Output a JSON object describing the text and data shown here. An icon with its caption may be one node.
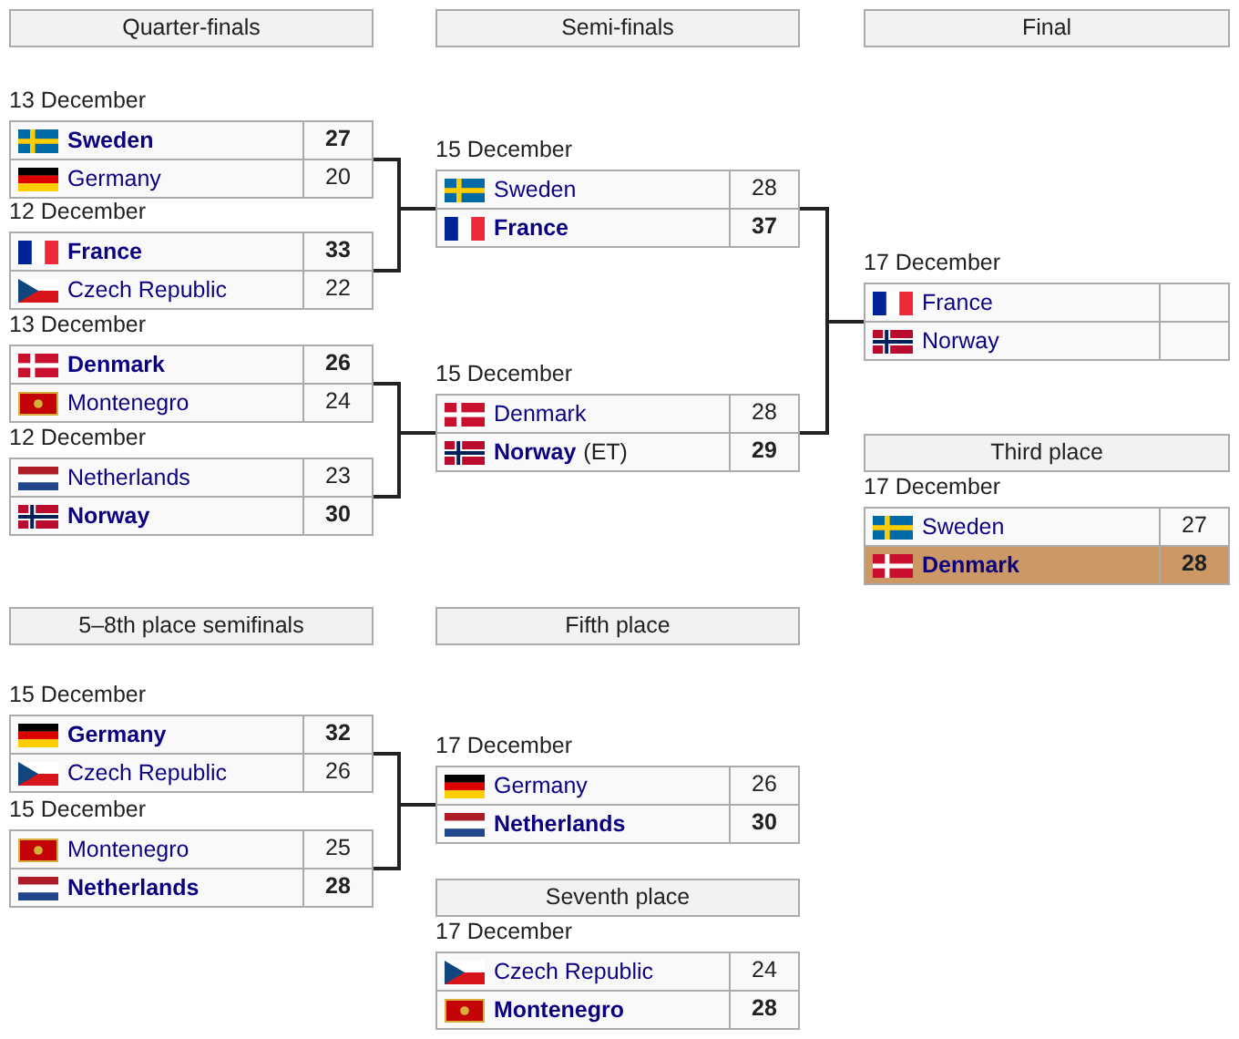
{
  "diagram": {
    "nodes": [
      {
        "text": [
          "Quarter-finals"
        ]
      },
      {
        "text": [],
        "shape": "box",
        "beside": [
          "13 December"
        ]
      },
      {
        "text": [
          "Sweden",
          "27"
        ],
        "in": 1
      },
      {
        "text": [
          "Germany",
          "20"
        ],
        "in": 1
      },
      {
        "text": [],
        "shape": "box",
        "beside": [
          "12 December"
        ]
      },
      {
        "text": [
          "France",
          "33"
        ],
        "in": 4
      },
      {
        "text": [
          "Czech Republic",
          "22"
        ],
        "in": 4
      },
      {
        "text": [],
        "shape": "box",
        "beside": [
          "13 December"
        ]
      },
      {
        "text": [
          "Denmark",
          "26"
        ],
        "in": 7
      },
      {
        "text": [
          "Montenegro",
          "24"
        ],
        "in": 7
      },
      {
        "text": [],
        "shape": "box",
        "beside": [
          "12 December"
        ]
      },
      {
        "text": [
          "Netherlands",
          "23"
        ],
        "in": 10
      },
      {
        "text": [
          "Norway",
          "30"
        ],
        "in": 10
      },
      {
        "text": [
          "Semi-finals"
        ]
      },
      {
        "text": [],
        "shape": "box",
        "beside": [
          "15 December"
        ]
      },
      {
        "text": [
          "Sweden",
          "28"
        ],
        "in": 14
      },
      {
        "text": [
          "France",
          "37"
        ],
        "in": 14
      },
      {
        "text": [],
        "shape": "box",
        "beside": [
          "15 December"
        ]
      },
      {
        "text": [
          "Denmark",
          "28"
        ],
        "in": 17
      },
      {
        "text": [
          "Norway",
          "(ET)",
          "29"
        ],
        "in": 17
      },
      {
        "text": [
          "Final"
        ]
      },
      {
        "text": [],
        "shape": "box",
        "beside": [
          "17 December"
        ]
      },
      {
        "text": [
          "France"
        ],
        "in": 21
      },
      {
        "text": [
          "Norway"
        ],
        "in": 21
      },
      {
        "text": [
          "Third place"
        ]
      },
      {
        "text": [],
        "shape": "box",
        "beside": [
          "17 December"
        ]
      },
      {
        "text": [
          "Sweden",
          "27"
        ],
        "in": 25
      },
      {
        "text": [
          "Denmark",
          "28"
        ],
        "in": 25
      },
      {
        "text": [
          "5–8th place semifinals"
        ]
      },
      {
        "text": [],
        "shape": "box",
        "beside": [
          "15 December"
        ]
      },
      {
        "text": [
          "Germany",
          "32"
        ],
        "in": 29
      },
      {
        "text": [
          "Czech Republic",
          "26"
        ],
        "in": 29
      },
      {
        "text": [],
        "shape": "box",
        "beside": [
          "15 December"
        ]
      },
      {
        "text": [
          "Montenegro",
          "25"
        ],
        "in": 32
      },
      {
        "text": [
          "Netherlands",
          "28"
        ],
        "in": 32
      },
      {
        "text": [
          "Fifth place"
        ]
      },
      {
        "text": [],
        "shape": "box",
        "beside": [
          "17 December"
        ]
      },
      {
        "text": [
          "Germany",
          "26"
        ],
        "in": 36
      },
      {
        "text": [
          "Netherlands",
          "30"
        ],
        "in": 36
      },
      {
        "text": [
          "Seventh place"
        ]
      },
      {
        "text": [],
        "shape": "box",
        "beside": [
          "17 December"
        ]
      },
      {
        "text": [
          "Czech Republic",
          "24"
        ],
        "in": 40
      },
      {
        "text": [
          "Montenegro",
          "28"
        ],
        "in": 40
      }
    ],
    "edges": [
      {
        "from": 1,
        "to": 14,
        "arrow": "none"
      },
      {
        "from": 4,
        "to": 14,
        "arrow": "none"
      },
      {
        "from": 7,
        "to": 17,
        "arrow": "none"
      },
      {
        "from": 10,
        "to": 17,
        "arrow": "none"
      },
      {
        "from": 14,
        "to": 21,
        "arrow": "none"
      },
      {
        "from": 17,
        "to": 21,
        "arrow": "none"
      },
      {
        "from": 29,
        "to": 36,
        "arrow": "none"
      },
      {
        "from": 32,
        "to": 36,
        "arrow": "none"
      }
    ]
  }
}
